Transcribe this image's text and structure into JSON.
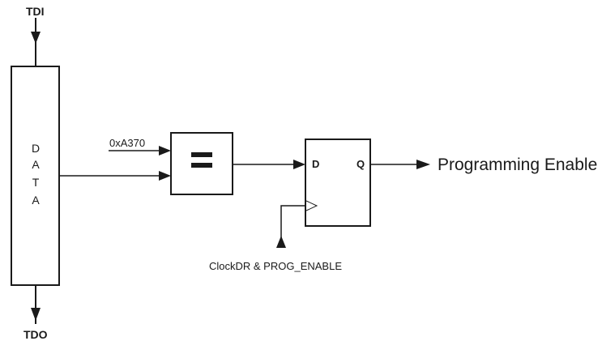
{
  "pins": {
    "tdi": "TDI",
    "tdo": "TDO"
  },
  "register": {
    "letters": [
      "D",
      "A",
      "T",
      "A"
    ]
  },
  "comparator": {
    "symbol": "=",
    "constant_label": "0xA370"
  },
  "flipflop": {
    "d_label": "D",
    "q_label": "Q"
  },
  "output_label": "Programming Enable",
  "clock_label": "ClockDR & PROG_ENABLE",
  "colors": {
    "stroke": "#1a1a1a",
    "background": "#ffffff"
  }
}
